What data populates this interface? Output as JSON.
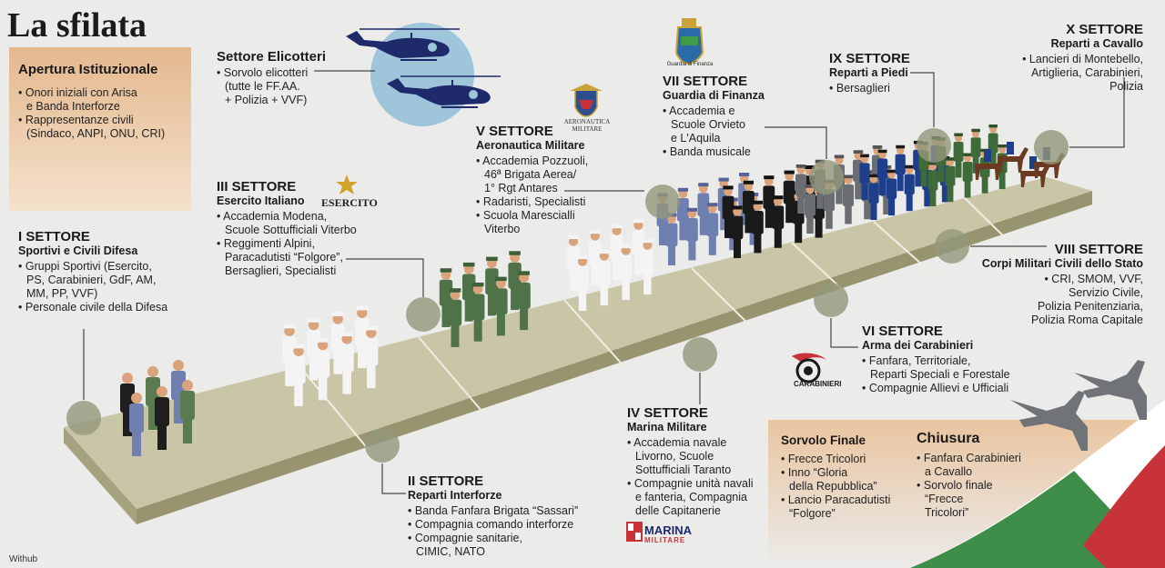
{
  "title": "La sfilata",
  "credit": "Withub",
  "colors": {
    "ground": "#c9c6a8",
    "ground_side": "#97946f",
    "marker": "#94977a",
    "heli_circle": "#9fc5da",
    "heli": "#1f2a6b",
    "panel_tan": "#e9c5a0"
  },
  "apertura": {
    "heading": "Apertura Istituzionale",
    "items": [
      "Onori iniziali con Arisa\ne Banda Interforze",
      "Rappresentanze civili\n(Sindaco, ANPI, ONU, CRI)"
    ]
  },
  "elicotteri": {
    "heading": "Settore Elicotteri",
    "items": [
      "Sorvolo elicotteri\n(tutte le FF.AA.\n+ Polizia + VVF)"
    ]
  },
  "s1": {
    "heading": "I SETTORE",
    "sub": "Sportivi e Civili Difesa",
    "items": [
      "Gruppi Sportivi (Esercito,\nPS, Carabinieri, GdF, AM,\nMM, PP, VVF)",
      "Personale civile della Difesa"
    ]
  },
  "s2": {
    "heading": "II SETTORE",
    "sub": "Reparti Interforze",
    "items": [
      "Banda Fanfara Brigata “Sassari”",
      "Compagnia comando interforze",
      "Compagnie sanitarie,\nCIMIC, NATO"
    ]
  },
  "s3": {
    "heading": "III SETTORE",
    "sub": "Esercito Italiano",
    "logo": "ESERCITO",
    "items": [
      "Accademia Modena,\nScuole Sottufficiali Viterbo",
      "Reggimenti Alpini,\nParacadutisti “Folgore”,\nBersaglieri, Specialisti"
    ]
  },
  "s4": {
    "heading": "IV SETTORE",
    "sub": "Marina Militare",
    "logo": "MARINA",
    "logo2": "MILITARE",
    "items": [
      "Accademia navale\nLivorno, Scuole\nSottufficiali Taranto",
      "Compagnie unità navali\ne fanteria, Compagnia\ndelle Capitanerie"
    ]
  },
  "s5": {
    "heading": "V SETTORE",
    "sub": "Aeronautica Militare",
    "logo": "AERONAUTICA",
    "logo2": "MILITARE",
    "items": [
      "Accademia Pozzuoli,\n46ª Brigata Aerea/\n1° Rgt Antares",
      "Radaristi, Specialisti",
      "Scuola Marescialli\nViterbo"
    ]
  },
  "s6": {
    "heading": "VI SETTORE",
    "sub": "Arma dei Carabinieri",
    "logo": "CARABINIERI",
    "items": [
      "Fanfara, Territoriale,\nReparti Speciali e  Forestale",
      "Compagnie Allievi e Ufficiali"
    ]
  },
  "s7": {
    "heading": "VII SETTORE",
    "sub": "Guardia di Finanza",
    "logo": "Guardia di Finanza",
    "items": [
      "Accademia e\nScuole Orvieto\ne L'Aquila",
      "Banda musicale"
    ]
  },
  "s8": {
    "heading": "VIII SETTORE",
    "sub": "Corpi Militari Civili dello Stato",
    "items": [
      "CRI, SMOM, VVF,\nServizio Civile,\nPolizia Penitenziaria,\nPolizia Roma Capitale"
    ]
  },
  "s9": {
    "heading": "IX SETTORE",
    "sub": "Reparti a Piedi",
    "items": [
      "Bersaglieri"
    ]
  },
  "s10": {
    "heading": "X SETTORE",
    "sub": "Reparti a Cavallo",
    "items": [
      "Lancieri di Montebello,\nArtiglieria, Carabinieri,\nPolizia"
    ]
  },
  "sorvolo": {
    "heading": "Sorvolo Finale",
    "items": [
      "Frecce Tricolori",
      "Inno “Gloria\ndella Repubblica”",
      "Lancio Paracadutisti\n“Folgore”"
    ]
  },
  "chiusura": {
    "heading": "Chiusura",
    "items": [
      "Fanfara Carabinieri\na Cavallo",
      "Sorvolo finale\n“Frecce\nTricolori”"
    ]
  }
}
